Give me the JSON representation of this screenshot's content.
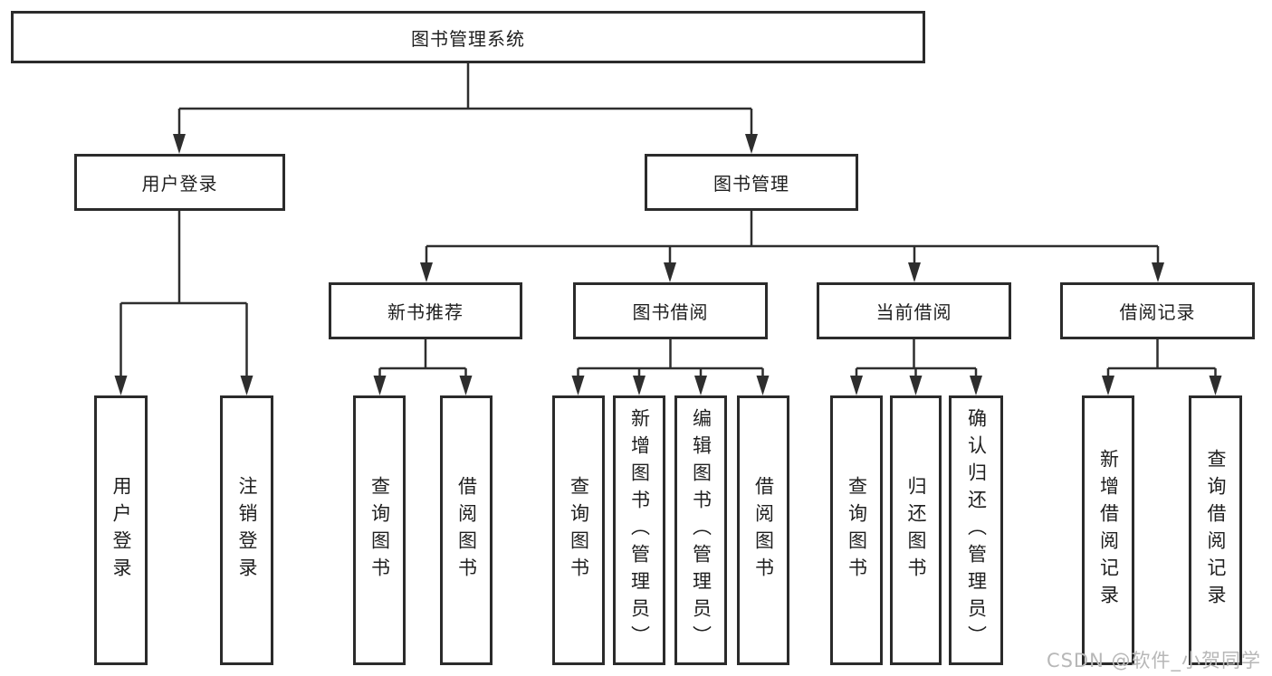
{
  "diagram_type": "hierarchy-tree",
  "colors": {
    "line": "#2e2e2e",
    "border": "#2b2b2b",
    "text": "#1f1f1f",
    "watermark": "#b7b7b7",
    "background": "#ffffff"
  },
  "tree": {
    "root": "图书管理系统",
    "children": [
      {
        "label": "用户登录",
        "children": [
          "用户登录",
          "注销登录"
        ]
      },
      {
        "label": "图书管理",
        "children": [
          {
            "label": "新书推荐",
            "children": [
              "查询图书",
              "借阅图书"
            ]
          },
          {
            "label": "图书借阅",
            "children": [
              "查询图书",
              "新增图书（管理员）",
              "编辑图书（管理员）",
              "借阅图书"
            ]
          },
          {
            "label": "当前借阅",
            "children": [
              "查询图书",
              "归还图书",
              "确认归还（管理员）"
            ]
          },
          {
            "label": "借阅记录",
            "children": [
              "新增借阅记录",
              "查询借阅记录"
            ]
          }
        ]
      }
    ]
  },
  "watermark": {
    "text": "CSDN @软件_小贺同学"
  }
}
